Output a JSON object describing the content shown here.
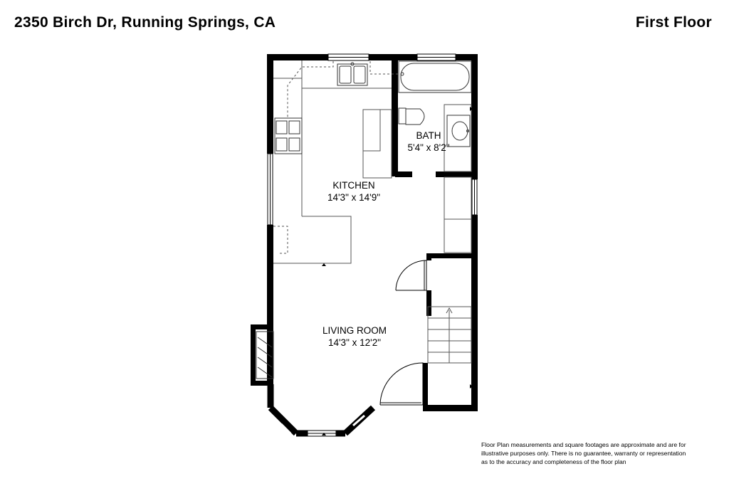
{
  "header": {
    "address": "2350 Birch Dr, Running Springs, CA",
    "floor_name": "First Floor"
  },
  "rooms": {
    "kitchen": {
      "name": "KITCHEN",
      "dimensions": "14'3\" x 14'9\""
    },
    "bath": {
      "name": "BATH",
      "dimensions": "5'4\" x 8'2\""
    },
    "living_room": {
      "name": "LIVING ROOM",
      "dimensions": "14'3\" x 12'2\""
    }
  },
  "disclaimer": {
    "line1": "Floor Plan measurements and square footages are approximate and are for",
    "line2": "illustrative purposes only. There is no guarantee, warranty or representation",
    "line3": "as to the accuracy and completeness of the floor plan"
  },
  "colors": {
    "wall": "#000000",
    "fixture_line": "#555555",
    "background": "#ffffff"
  }
}
